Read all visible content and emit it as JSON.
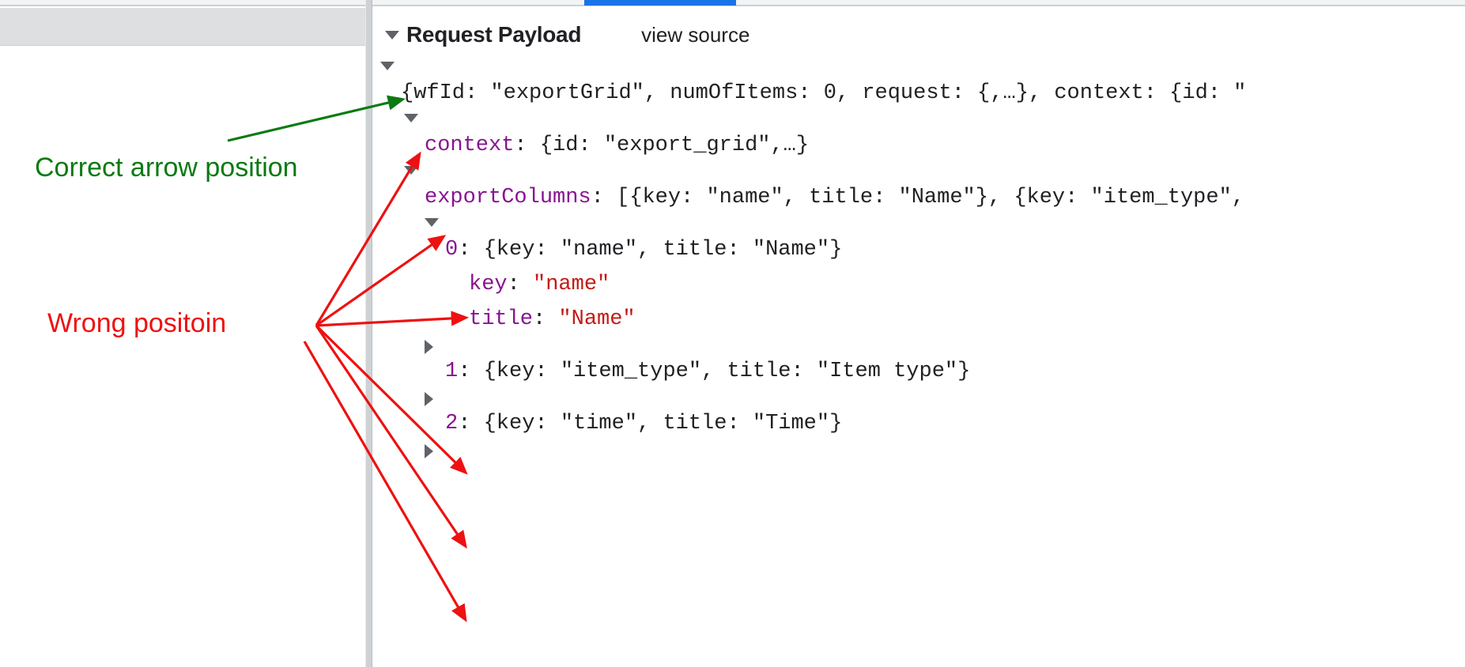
{
  "panes": {
    "left_pane_name": "network-request-list",
    "right_pane_name": "request-details"
  },
  "tabstrip": {
    "active_tab_accent": "#1a73e8"
  },
  "section": {
    "title": "Request Payload",
    "view_source_label": "view source",
    "expanded": true
  },
  "json_tree": {
    "rows": [
      {
        "id": "root",
        "level": 0,
        "toggle": "open",
        "segments": [
          {
            "text": "{wfId: ",
            "style": "plain"
          },
          {
            "text": "\"exportGrid\"",
            "style": "plain"
          },
          {
            "text": ", numOfItems: 0, request: {,…}, context: {id: \"",
            "style": "plain"
          }
        ]
      },
      {
        "id": "context",
        "level": 1,
        "toggle": "open",
        "segments": [
          {
            "text": "context",
            "style": "k-name"
          },
          {
            "text": ": {id: \"export_grid\",…}",
            "style": "plain"
          }
        ]
      },
      {
        "id": "exportColumns",
        "level": 1,
        "toggle": "open",
        "segments": [
          {
            "text": "exportColumns",
            "style": "k-name"
          },
          {
            "text": ": [{key: \"name\", title: \"Name\"}, {key: \"item_type\",",
            "style": "plain"
          }
        ]
      },
      {
        "id": "item-0",
        "level": 2,
        "toggle": "open",
        "segments": [
          {
            "text": "0",
            "style": "k-index"
          },
          {
            "text": ": {key: \"name\", title: \"Name\"}",
            "style": "plain"
          }
        ]
      },
      {
        "id": "item-0-key",
        "level": 3,
        "toggle": "none",
        "segments": [
          {
            "text": "key",
            "style": "k-name"
          },
          {
            "text": ": ",
            "style": "plain"
          },
          {
            "text": "\"name\"",
            "style": "v-string"
          }
        ]
      },
      {
        "id": "item-0-title",
        "level": 3,
        "toggle": "none",
        "segments": [
          {
            "text": "title",
            "style": "k-name"
          },
          {
            "text": ": ",
            "style": "plain"
          },
          {
            "text": "\"Name\"",
            "style": "v-string"
          }
        ]
      },
      {
        "id": "item-1",
        "level": 2,
        "toggle": "closed",
        "segments": [
          {
            "text": "1",
            "style": "k-index"
          },
          {
            "text": ": {key: \"item_type\", title: \"Item type\"}",
            "style": "plain"
          }
        ]
      },
      {
        "id": "item-2",
        "level": 2,
        "toggle": "closed",
        "segments": [
          {
            "text": "2",
            "style": "k-index"
          },
          {
            "text": ": {key: \"time\", title: \"Time\"}",
            "style": "plain"
          }
        ]
      },
      {
        "id": "item-3",
        "level": 2,
        "toggle": "closed",
        "segments": []
      }
    ]
  },
  "annotations": {
    "correct": {
      "label": "Correct arrow position",
      "color": "#0a7a11"
    },
    "wrong": {
      "label": "Wrong positoin",
      "color": "#ee1111"
    }
  }
}
